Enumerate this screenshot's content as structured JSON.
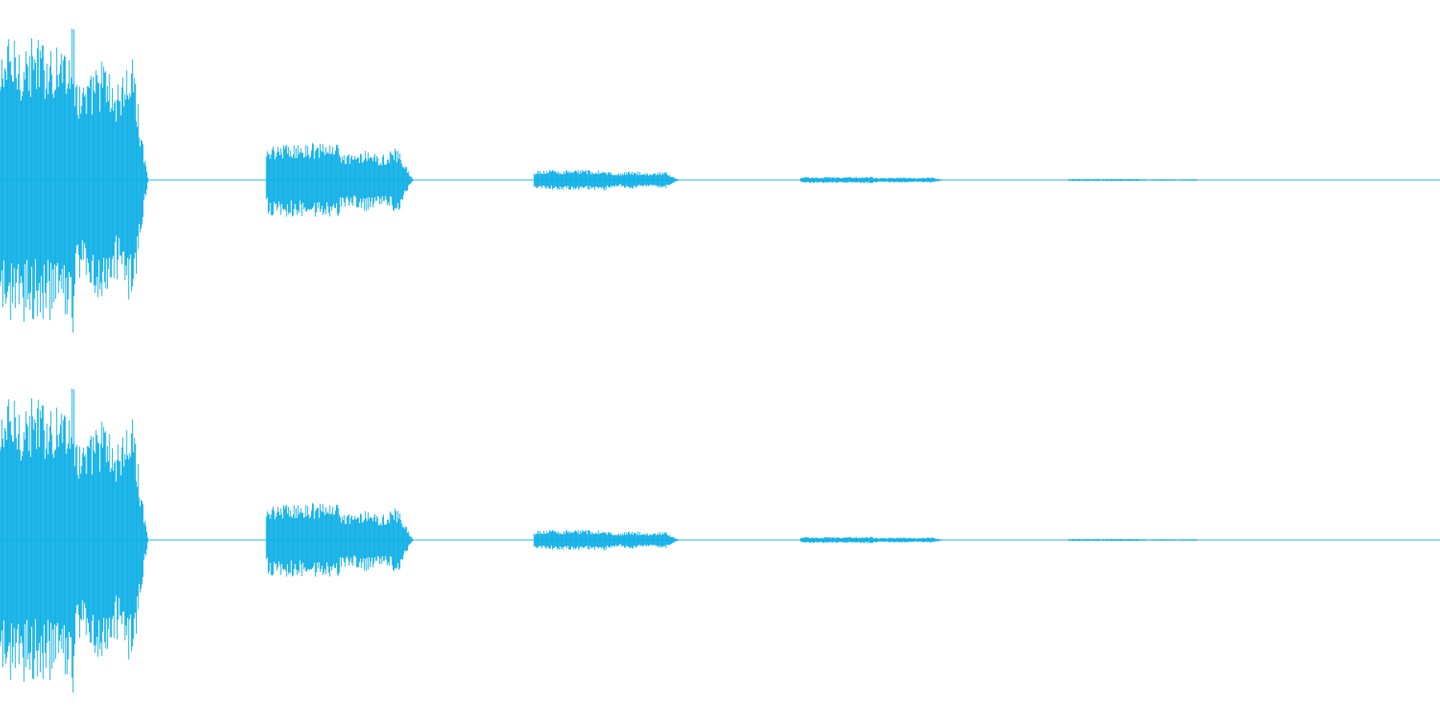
{
  "colors": {
    "waveform": "#0aaee6",
    "background": "#ffffff"
  },
  "chart_data": {
    "type": "area",
    "title": "",
    "xlabel": "",
    "ylabel": "",
    "grid": false,
    "ylim": [
      -1,
      1
    ],
    "xlim": [
      0,
      1
    ],
    "series": [
      {
        "bursts": [
          {
            "start": 0.0,
            "end": 0.103,
            "peak_amplitude": 0.85
          },
          {
            "start": 0.185,
            "end": 0.287,
            "peak_amplitude": 0.22
          },
          {
            "start": 0.371,
            "end": 0.472,
            "peak_amplitude": 0.06
          },
          {
            "start": 0.556,
            "end": 0.657,
            "peak_amplitude": 0.018
          },
          {
            "start": 0.742,
            "end": 0.839,
            "peak_amplitude": 0.006
          }
        ]
      },
      {
        "bursts": [
          {
            "start": 0.0,
            "end": 0.103,
            "peak_amplitude": 0.85
          },
          {
            "start": 0.185,
            "end": 0.287,
            "peak_amplitude": 0.22
          },
          {
            "start": 0.371,
            "end": 0.472,
            "peak_amplitude": 0.06
          },
          {
            "start": 0.556,
            "end": 0.657,
            "peak_amplitude": 0.018
          },
          {
            "start": 0.742,
            "end": 0.839,
            "peak_amplitude": 0.006
          }
        ]
      }
    ]
  }
}
